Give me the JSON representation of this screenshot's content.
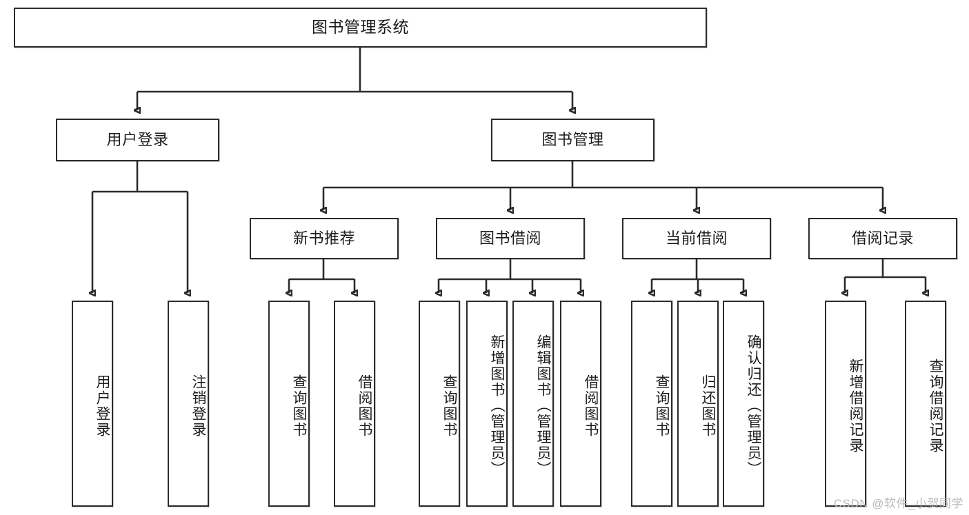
{
  "diagram": {
    "title": "图书管理系统",
    "type": "hierarchy-tree",
    "watermark": "CSDN @软件_小贺同学",
    "colors": {
      "border": "#2b2b2b",
      "background": "#ffffff",
      "text": "#1b1b1b",
      "watermark": "#b9b9b9"
    },
    "levels": {
      "level1": [
        {
          "id": "root",
          "label": "图书管理系统"
        }
      ],
      "level2": [
        {
          "id": "user-login",
          "label": "用户登录",
          "parent": "root"
        },
        {
          "id": "book-manage",
          "label": "图书管理",
          "parent": "root"
        }
      ],
      "level3": [
        {
          "id": "new-book-recommend",
          "label": "新书推荐",
          "parent": "book-manage"
        },
        {
          "id": "book-borrow",
          "label": "图书借阅",
          "parent": "book-manage"
        },
        {
          "id": "current-borrow",
          "label": "当前借阅",
          "parent": "book-manage"
        },
        {
          "id": "borrow-record",
          "label": "借阅记录",
          "parent": "book-manage"
        }
      ],
      "leaves": [
        {
          "id": "leaf-user-login",
          "label": "用户登录",
          "parent": "user-login"
        },
        {
          "id": "leaf-user-logout",
          "label": "注销登录",
          "parent": "user-login"
        },
        {
          "id": "leaf-query-book-1",
          "label": "查询图书",
          "parent": "new-book-recommend"
        },
        {
          "id": "leaf-borrow-book-1",
          "label": "借阅图书",
          "parent": "new-book-recommend"
        },
        {
          "id": "leaf-query-book-2",
          "label": "查询图书",
          "parent": "book-borrow"
        },
        {
          "id": "leaf-add-book",
          "label": "新增图书（管理员）",
          "parent": "book-borrow"
        },
        {
          "id": "leaf-edit-book",
          "label": "编辑图书（管理员）",
          "parent": "book-borrow"
        },
        {
          "id": "leaf-borrow-book-2",
          "label": "借阅图书",
          "parent": "book-borrow"
        },
        {
          "id": "leaf-query-book-3",
          "label": "查询图书",
          "parent": "current-borrow"
        },
        {
          "id": "leaf-return-book",
          "label": "归还图书",
          "parent": "current-borrow"
        },
        {
          "id": "leaf-confirm-return",
          "label": "确认归还（管理员）",
          "parent": "current-borrow"
        },
        {
          "id": "leaf-add-record",
          "label": "新增借阅记录",
          "parent": "borrow-record"
        },
        {
          "id": "leaf-query-record",
          "label": "查询借阅记录",
          "parent": "borrow-record"
        }
      ]
    }
  }
}
